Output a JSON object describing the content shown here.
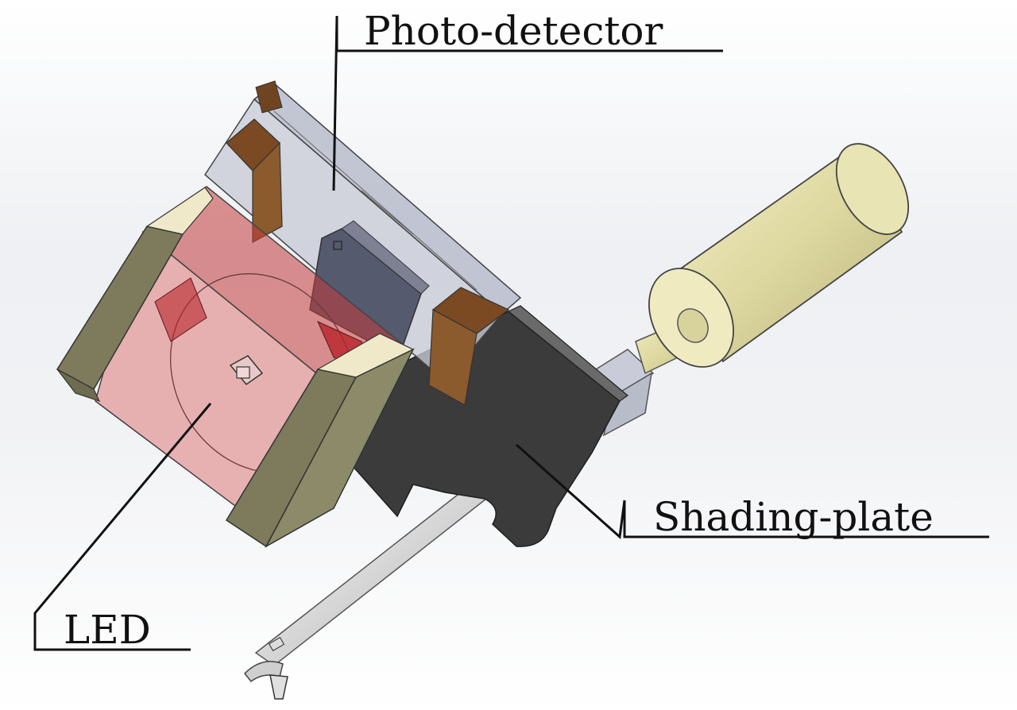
{
  "labels": {
    "photo_detector": "Photo-detector",
    "shading_plate": "Shading-plate",
    "led": "LED"
  }
}
